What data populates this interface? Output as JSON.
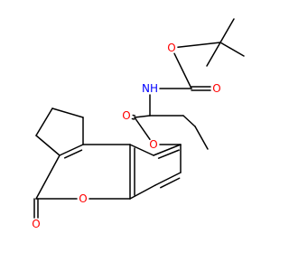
{
  "molecule": {
    "colors": {
      "carbon": "#000000",
      "oxygen": "#ff0000",
      "nitrogen": "#0000ff",
      "background": "#ffffff"
    },
    "atom_labels": {
      "carbamate_ester_o": "O",
      "carbamate_carbonyl_o": "O",
      "nh": "NH",
      "ester_carbonyl_o": "O",
      "ester_link_o": "O",
      "lactone_ring_o": "O",
      "lactone_carbonyl_o": "O"
    }
  }
}
